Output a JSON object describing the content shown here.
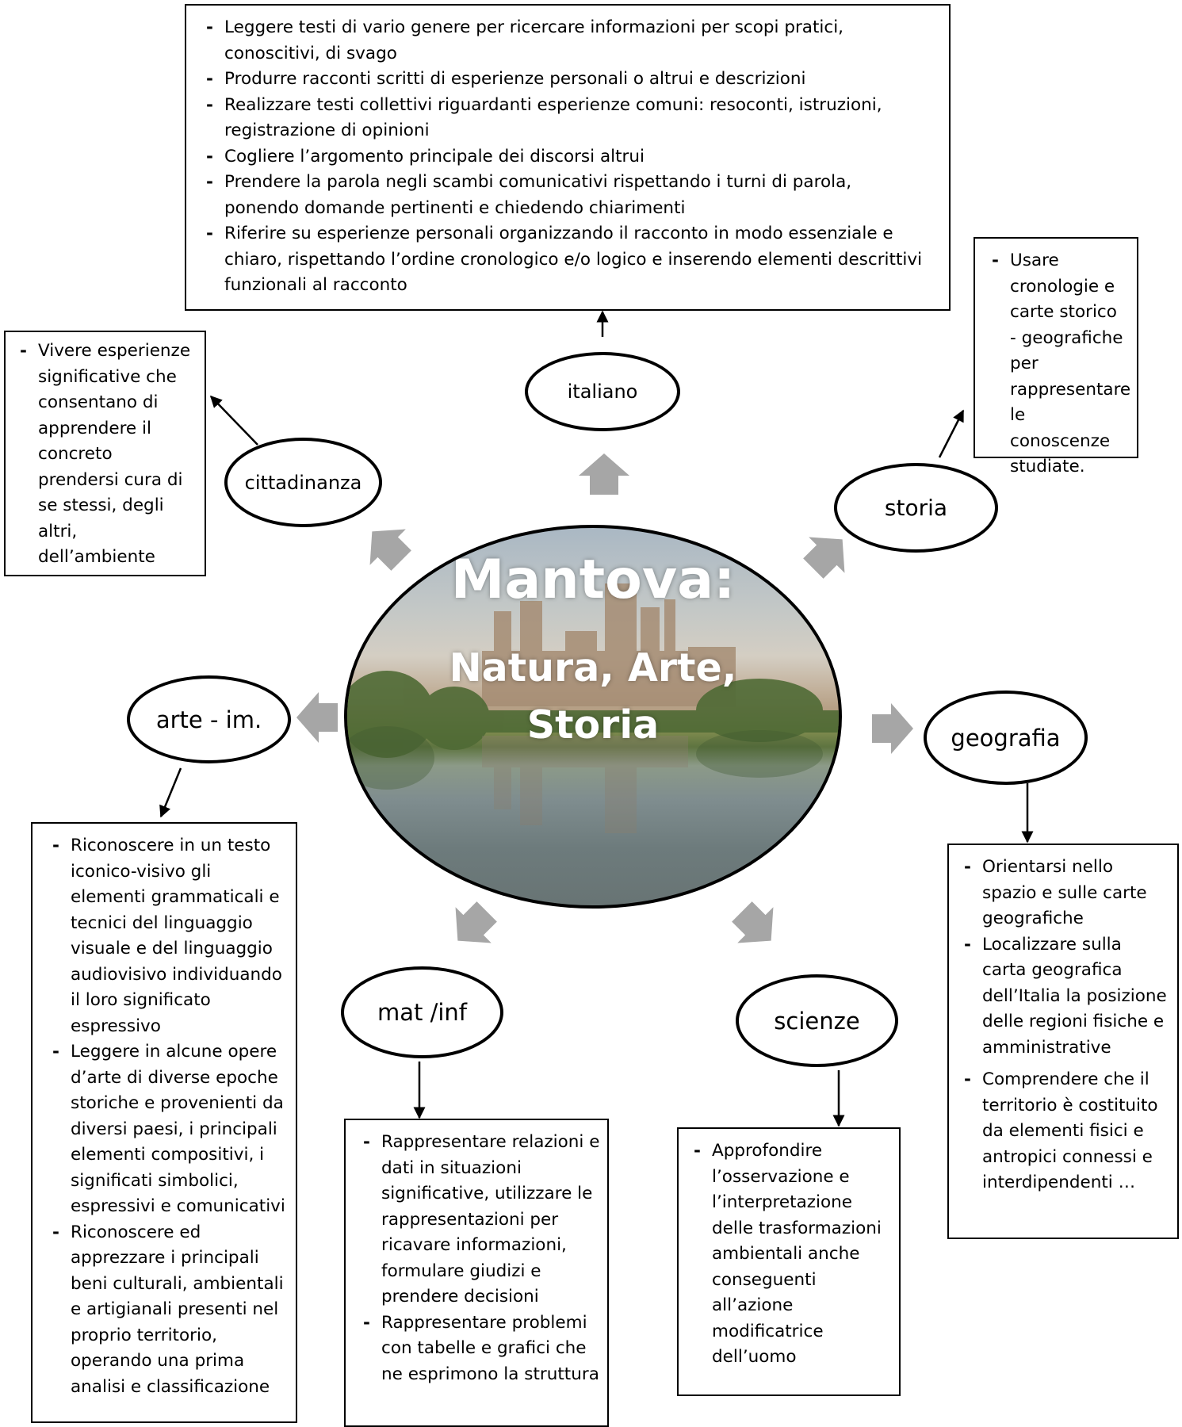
{
  "center": {
    "title": "Mantova:",
    "subtitle_line1": "Natura, Arte,",
    "subtitle_line2": "Storia",
    "background": "photo of Mantova skyline reflected in the lake"
  },
  "nodes": {
    "italiano": "italiano",
    "storia": "storia",
    "cittadinanza": "cittadinanza",
    "arte": "arte - im.",
    "geografia": "geografia",
    "matinf": "mat /inf",
    "scienze": "scienze"
  },
  "boxes": {
    "italiano": [
      "Leggere testi di vario genere per ricercare informazioni per scopi pratici, conoscitivi, di svago",
      "Produrre racconti scritti di esperienze personali o altrui e descrizioni",
      "Realizzare testi collettivi riguardanti esperienze comuni: resoconti, istruzioni, registrazione di opinioni",
      "Cogliere l’argomento principale dei discorsi altrui",
      "Prendere la parola negli scambi comunicativi rispettando i turni di parola, ponendo domande pertinenti e chiedendo chiarimenti",
      "Riferire su esperienze personali organizzando il racconto in modo essenziale e chiaro, rispettando l’ordine cronologico e/o logico e inserendo elementi descrittivi funzionali al racconto"
    ],
    "storia": [
      "Usare cronologie e carte storico - geografiche per rappresentare le conoscenze studiate."
    ],
    "cittadinanza": [
      "Vivere esperienze significative che consentano di apprendere il concreto prendersi cura di se stessi, degli altri, dell’ambiente"
    ],
    "arte": [
      "Riconoscere in un testo iconico-visivo gli elementi grammaticali e tecnici del linguaggio visuale e del linguaggio audiovisivo individuando il loro significato espressivo",
      "Leggere in alcune opere d’arte di diverse epoche storiche e provenienti da diversi paesi, i principali elementi compositivi, i significati simbolici, espressivi e comunicativi",
      "Riconoscere ed apprezzare i principali beni culturali, ambientali e artigianali presenti nel proprio territorio, operando una prima analisi e classificazione"
    ],
    "geografia": [
      "Orientarsi nello spazio e sulle carte geografiche",
      "Localizzare sulla carta geografica dell’Italia la posizione delle regioni fisiche e amministrative",
      "Comprendere che il territorio è costituito da elementi fisici e antropici connessi e interdipendenti …"
    ],
    "matinf": [
      "Rappresentare relazioni e dati in situazioni significative, utilizzare le rappresentazioni per ricavare informazioni, formulare giudizi e prendere decisioni",
      "Rappresentare problemi con tabelle e grafici che ne esprimono la struttura"
    ],
    "scienze": [
      "Approfondire l’osservazione e l’interpretazione delle trasformazioni ambientali  anche conseguenti all’azione modificatrice dell’uomo"
    ]
  },
  "colors": {
    "block_arrow": "#a6a6a6",
    "outline": "#000000",
    "center_text": "#ffffff"
  }
}
